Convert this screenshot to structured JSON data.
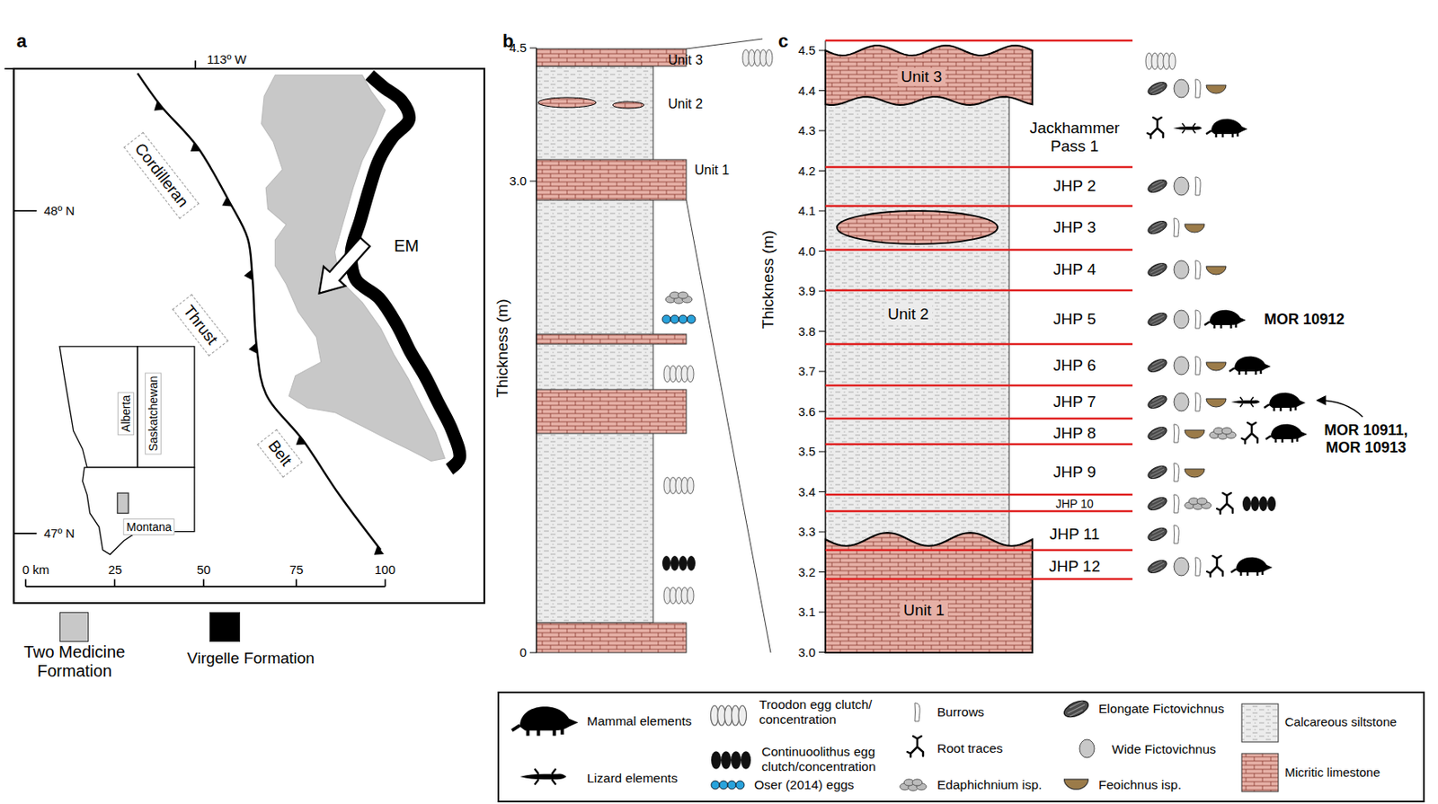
{
  "diagram": {
    "nodes": [
      {
        "text": [
          "Cordilleran"
        ]
      },
      {
        "text": [
          "Thrust"
        ]
      },
      {
        "text": [
          "Belt"
        ]
      },
      {
        "text": [
          "Alberta"
        ]
      },
      {
        "text": [
          "Saskatchewan"
        ]
      },
      {
        "text": [
          "Montana"
        ]
      },
      {
        "text": [
          "Unit 3"
        ]
      },
      {
        "text": [
          "Unit 2"
        ]
      },
      {
        "text": [
          "Unit 1"
        ]
      }
    ],
    "labels": [
      "a",
      "113º W",
      "48º N",
      "47º N",
      "0 km",
      "25",
      "50",
      "75",
      "100",
      "EM",
      "b",
      "4.5",
      "3.0",
      "0",
      "Thickness (m)",
      "Unit 3",
      "Unit 2",
      "Unit 1",
      "c",
      "4.5",
      "4.4",
      "4.3",
      "4.2",
      "4.1",
      "4.0",
      "3.9",
      "3.8",
      "3.7",
      "3.6",
      "3.5",
      "3.4",
      "3.3",
      "3.2",
      "3.1",
      "3.0",
      "Thickness (m)",
      "Jackhammer Pass 1",
      "JHP 2",
      "JHP 3",
      "JHP 4",
      "JHP 5",
      "JHP 6",
      "JHP 7",
      "JHP 8",
      "JHP 9",
      "JHP 10",
      "JHP 11",
      "JHP 12",
      "MOR 10912",
      "MOR 10911, MOR 10913"
    ],
    "legend": [
      {
        "text": "Two Medicine Formation",
        "color": "#c8c8c8"
      },
      {
        "text": "Virgelle Formation",
        "color": "#000000"
      },
      {
        "text": "Mammal elements"
      },
      {
        "text": "Lizard elements"
      },
      {
        "text": "Troodon egg clutch/ concentration"
      },
      {
        "text": "Continuoolithus egg clutch/concentration"
      },
      {
        "text": "Oser (2014) eggs"
      },
      {
        "text": "Burrows"
      },
      {
        "text": "Root traces"
      },
      {
        "text": "Edaphichnium isp."
      },
      {
        "text": "Elongate Fictovichnus"
      },
      {
        "text": "Wide Fictovichnus"
      },
      {
        "text": "Feoichnus isp."
      },
      {
        "text": "Calcareous siltstone"
      },
      {
        "text": "Micritic limestone"
      }
    ]
  }
}
